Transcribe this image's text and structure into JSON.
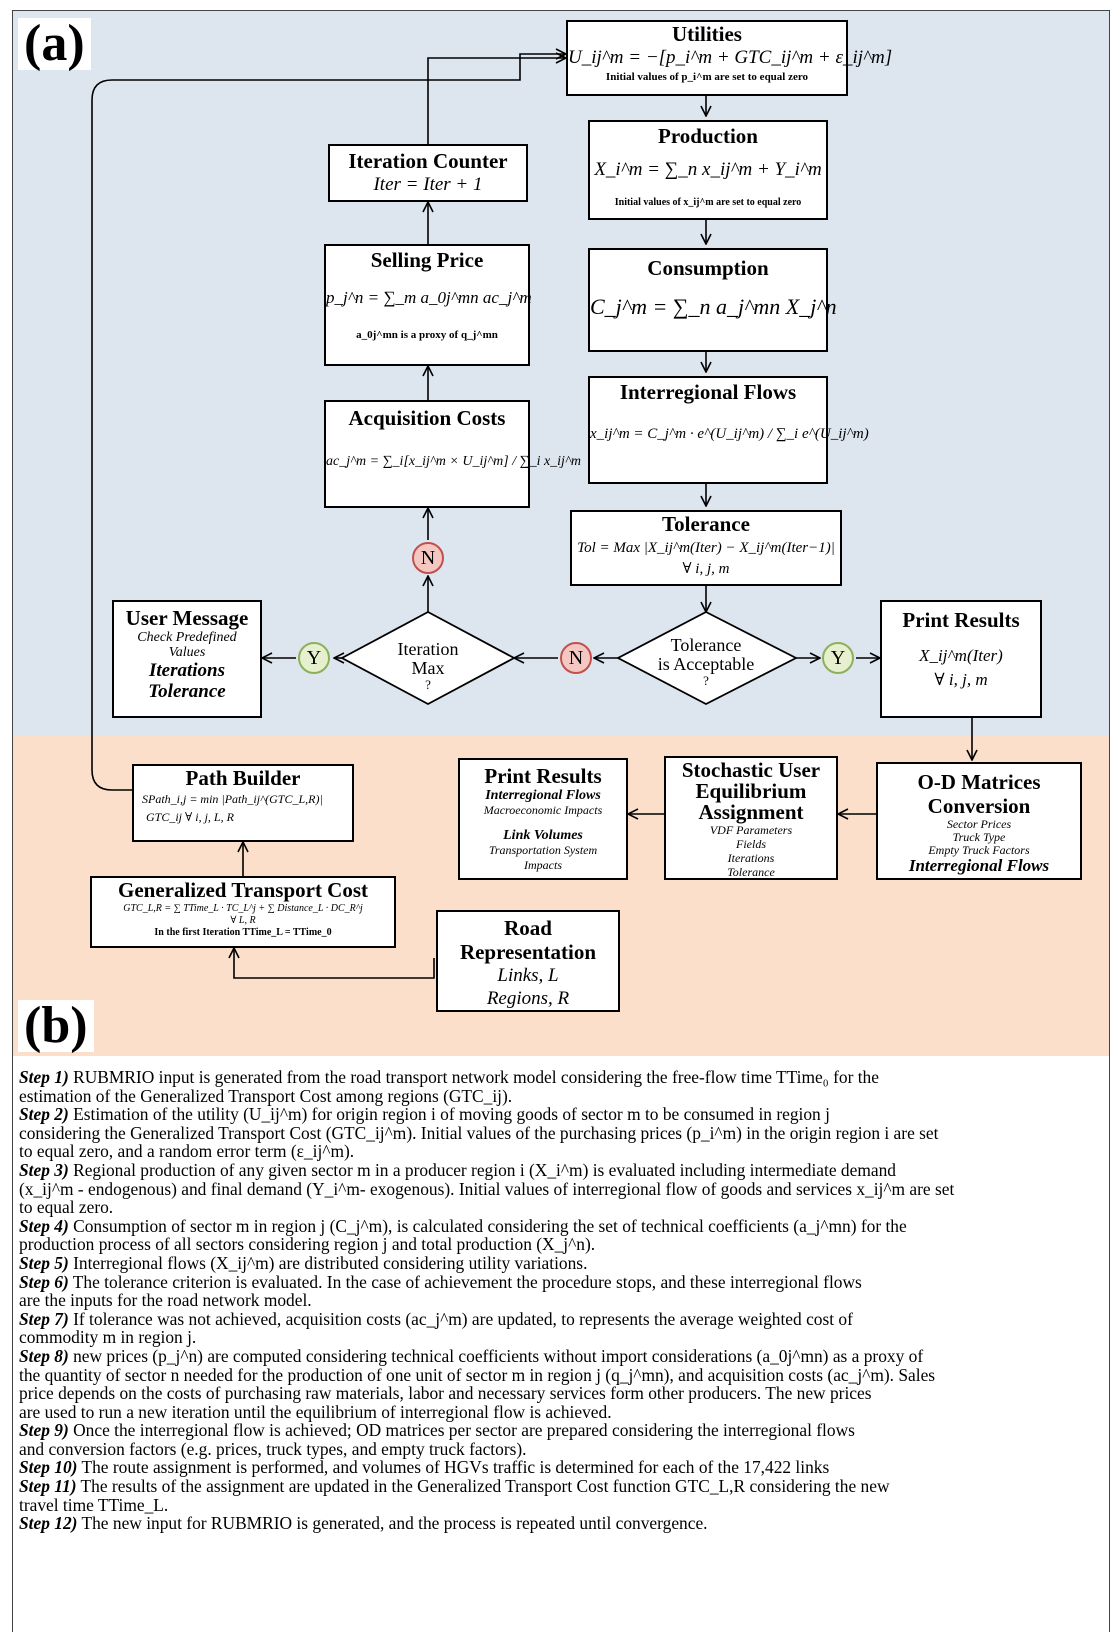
{
  "panel_labels": {
    "a": "(a)",
    "b": "(b)"
  },
  "utilities": {
    "title": "Utilities",
    "equation": "U_ij^m = −[p_i^m + GTC_ij^m + ε_ij^m]",
    "note": "Initial values of p_i^m are set to equal zero"
  },
  "production": {
    "title": "Production",
    "equation": "X_i^m = ∑_n x_ij^m + Y_i^m",
    "note": "Initial values of x_ij^m are set to equal zero"
  },
  "consumption": {
    "title": "Consumption",
    "equation": "C_j^m = ∑_n a_j^mn X_j^n"
  },
  "interregional": {
    "title": "Interregional Flows",
    "equation": "x_ij^m = C_j^m · e^(U_ij^m) / ∑_i e^(U_ij^m)"
  },
  "tolerance": {
    "title": "Tolerance",
    "equation": "Tol = Max |X_ij^m(Iter) − X_ij^m(Iter−1)|",
    "forall": "∀ i, j, m"
  },
  "iteration_counter": {
    "title": "Iteration Counter",
    "equation": "Iter = Iter + 1"
  },
  "selling_price": {
    "title": "Selling Price",
    "equation": "p_j^n = ∑_m a_0j^mn ac_j^m",
    "note": "a_0j^mn is a proxy of q_j^mn"
  },
  "acquisition": {
    "title": "Acquisition Costs",
    "equation": "ac_j^m = ∑_i[x_ij^m × U_ij^m] / ∑_i x_ij^m"
  },
  "user_message": {
    "title": "User Message",
    "line1": "Check Predefined",
    "line2": "Values",
    "line3": "Iterations",
    "line4": "Tolerance"
  },
  "print_results_a": {
    "title": "Print Results",
    "equation": "X_ij^m(Iter)",
    "forall": "∀ i, j, m"
  },
  "diamond_iter": {
    "line1": "Iteration",
    "line2": "Max",
    "line3": "?"
  },
  "diamond_tol": {
    "line1": "Tolerance",
    "line2": "is Acceptable",
    "line3": "?"
  },
  "decision": {
    "n": "N",
    "y": "Y"
  },
  "path_builder": {
    "title": "Path Builder",
    "equation": "SPath_i,j = min |Path_ij^(GTC_L,R)|",
    "line2": "GTC_ij    ∀ i, j, L, R"
  },
  "gtc": {
    "title": "Generalized Transport Cost",
    "equation": "GTC_L,R = ∑ TTime_L · TC_L^j + ∑ Distance_L · DC_R^j",
    "forall": "∀ L, R",
    "note": "In the first Iteration TTime_L = TTime_0"
  },
  "print_results_b": {
    "title": "Print Results",
    "line1": "Interregional Flows",
    "line2": "Macroeconomic Impacts",
    "line3": "Link Volumes",
    "line4": "Transportation System",
    "line5": "Impacts"
  },
  "sue": {
    "title1": "Stochastic User",
    "title2": "Equilibrium",
    "title3": "Assignment",
    "line1": "VDF Parameters",
    "line2": "Fields",
    "line3": "Iterations",
    "line4": "Tolerance"
  },
  "od": {
    "title1": "O-D Matrices",
    "title2": "Conversion",
    "line1": "Sector Prices",
    "line2": "Truck Type",
    "line3": "Empty Truck Factors",
    "line4": "Interregional Flows"
  },
  "road": {
    "title1": "Road",
    "title2": "Representation",
    "line1": "Links, L",
    "line2": "Regions, R"
  },
  "steps": [
    {
      "label": "Step 1)",
      "lines": [
        " RUBMRIO input is generated from the road transport network model considering the free-flow time TTime₀ for the",
        "estimation of the Generalized Transport Cost among regions (GTC_ij)."
      ]
    },
    {
      "label": "Step 2)",
      "lines": [
        " Estimation of the utility (U_ij^m) for origin region i of moving goods of sector m to be consumed in region j",
        "considering the Generalized Transport Cost (GTC_ij^m). Initial values of the purchasing prices (p_i^m) in the origin region i are set",
        "to equal zero, and a random error term (ε_ij^m)."
      ]
    },
    {
      "label": "Step 3)",
      "lines": [
        " Regional production of any given sector m in a producer region i (X_i^m) is evaluated including intermediate demand",
        "(x_ij^m - endogenous) and final demand (Y_i^m- exogenous). Initial values of interregional flow of goods and services x_ij^m are set",
        "to equal zero."
      ]
    },
    {
      "label": "Step 4)",
      "lines": [
        " Consumption of sector m in region j (C_j^m), is calculated considering the set of technical coefficients (a_j^mn) for the",
        "production process of all sectors considering region j and total production (X_j^n)."
      ]
    },
    {
      "label": "Step 5)",
      "lines": [
        " Interregional flows (X_ij^m) are distributed considering utility variations."
      ]
    },
    {
      "label": "Step 6)",
      "lines": [
        " The tolerance criterion is evaluated. In the case of achievement the procedure stops, and these interregional flows",
        "are the inputs for the road network model."
      ]
    },
    {
      "label": "Step 7)",
      "lines": [
        " If tolerance was not achieved, acquisition costs (ac_j^m) are updated, to represents the average weighted cost of",
        "commodity m in region j."
      ]
    },
    {
      "label": "Step 8)",
      "lines": [
        " new prices (p_j^n) are computed considering technical coefficients without import considerations (a_0j^mn) as a proxy of",
        "the quantity of sector n needed for the production of one unit of sector m in region j (q_j^mn), and acquisition costs (ac_j^m). Sales",
        "price depends on the costs of purchasing raw materials, labor and necessary services form other producers. The new prices",
        "are used to run a new iteration until the equilibrium of interregional flow is achieved."
      ]
    },
    {
      "label": "Step 9)",
      "lines": [
        " Once the interregional flow is achieved; OD matrices per sector are prepared considering the interregional flows",
        "and conversion factors (e.g. prices, truck types, and empty truck factors)."
      ]
    },
    {
      "label": "Step 10)",
      "lines": [
        " The route assignment is performed, and volumes of HGVs traffic is determined for each of the 17,422 links"
      ]
    },
    {
      "label": "Step 11)",
      "lines": [
        " The results of the assignment are updated in the Generalized Transport Cost function GTC_L,R considering the new",
        "travel time TTime_L."
      ]
    },
    {
      "label": "Step 12)",
      "lines": [
        " The new input for RUBMRIO is generated, and the process is repeated until convergence."
      ]
    }
  ]
}
